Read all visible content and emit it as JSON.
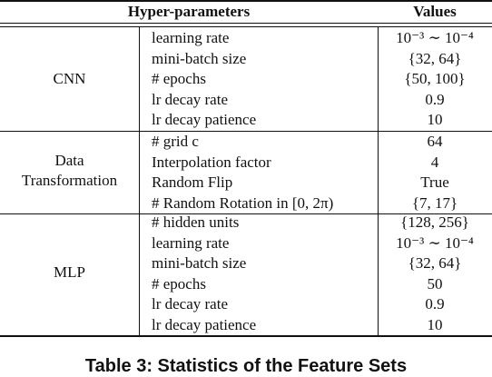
{
  "table": {
    "header": {
      "params": "Hyper-parameters",
      "values": "Values"
    },
    "groups": [
      {
        "label": "CNN",
        "rows": [
          {
            "name": "learning rate",
            "value": "10⁻³ ∼ 10⁻⁴"
          },
          {
            "name": "mini-batch size",
            "value": "{32, 64}"
          },
          {
            "name": "# epochs",
            "value": "{50, 100}"
          },
          {
            "name": "lr decay rate",
            "value": "0.9"
          },
          {
            "name": "lr decay patience",
            "value": "10"
          }
        ]
      },
      {
        "label": "Data Transformation",
        "rows": [
          {
            "name": "# grid c",
            "value": "64"
          },
          {
            "name": "Interpolation factor",
            "value": "4"
          },
          {
            "name": "Random Flip",
            "value": "True"
          },
          {
            "name": "# Random Rotation in [0, 2π)",
            "value": "{7, 17}"
          }
        ]
      },
      {
        "label": "MLP",
        "rows": [
          {
            "name": "# hidden units",
            "value": "{128, 256}"
          },
          {
            "name": "learning rate",
            "value": "10⁻³ ∼ 10⁻⁴"
          },
          {
            "name": "mini-batch size",
            "value": "{32, 64}"
          },
          {
            "name": "# epochs",
            "value": "50"
          },
          {
            "name": "lr decay rate",
            "value": "0.9"
          },
          {
            "name": "lr decay patience",
            "value": "10"
          }
        ]
      }
    ]
  },
  "caption": "Table 3: Statistics of the Feature Sets"
}
